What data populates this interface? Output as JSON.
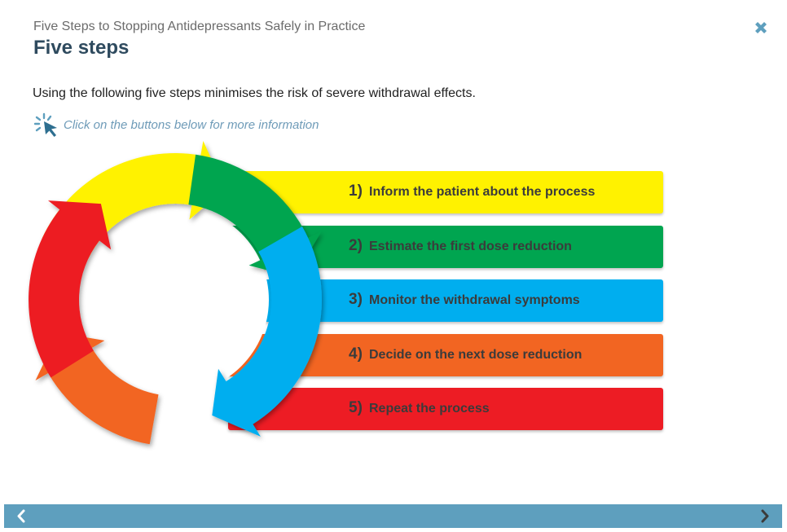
{
  "header": {
    "subtitle": "Five Steps to Stopping Antidepressants Safely in Practice",
    "title": "Five steps"
  },
  "intro": "Using the following five steps minimises the risk of severe withdrawal effects.",
  "hint": "Click on the buttons below for more information",
  "steps": [
    {
      "num": "1)",
      "label": "Inform the patient about the process",
      "color": "#fff200"
    },
    {
      "num": "2)",
      "label": "Estimate the first dose reduction",
      "color": "#00a550"
    },
    {
      "num": "3)",
      "label": "Monitor the withdrawal symptoms",
      "color": "#00aeef"
    },
    {
      "num": "4)",
      "label": "Decide on the next dose reduction",
      "color": "#f26522"
    },
    {
      "num": "5)",
      "label": "Repeat the process",
      "color": "#ed1c24"
    }
  ],
  "icons": {
    "close": "close-icon",
    "pointer": "click-pointer-icon",
    "prev": "chevron-left-icon",
    "next": "chevron-right-icon"
  },
  "colors": {
    "title": "#2e4a5e",
    "hint": "#6e9bb8",
    "nav_bar": "#5e9fbe",
    "close": "#5e9fbe"
  }
}
